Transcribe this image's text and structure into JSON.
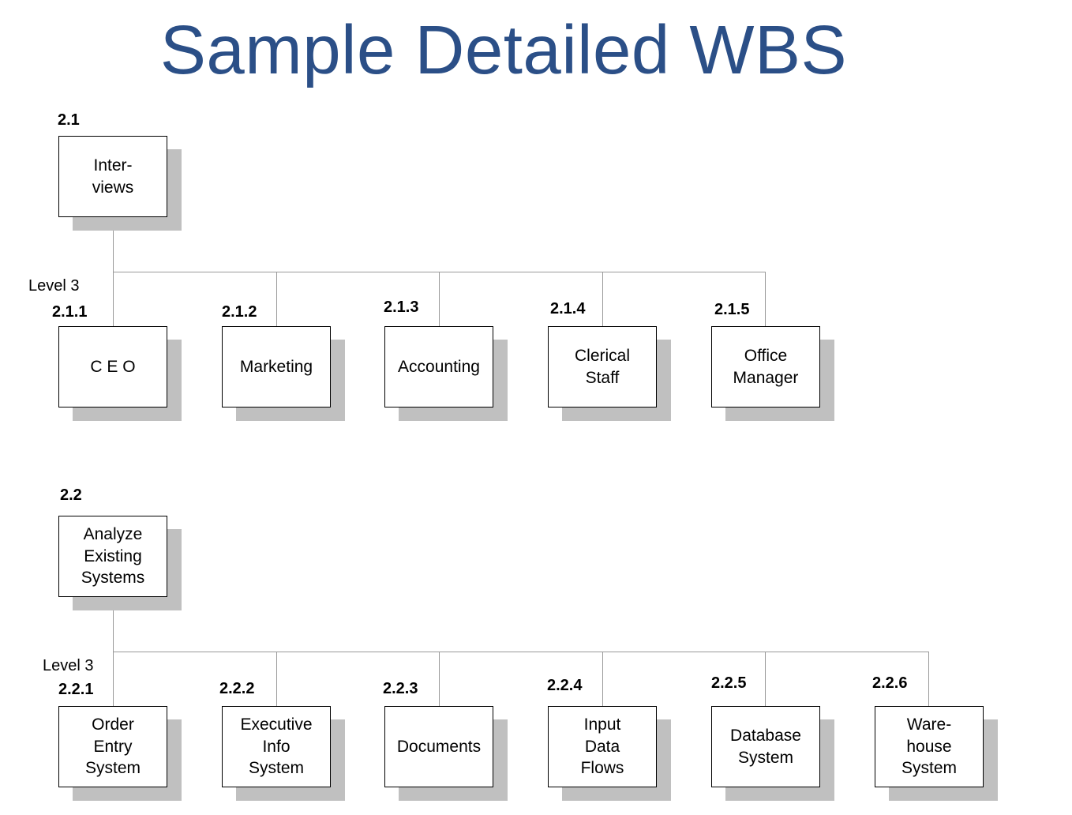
{
  "title": "Sample Detailed WBS",
  "colors": {
    "title": "#2b4f87",
    "shadow": "#c0c0c0",
    "connector": "#999999"
  },
  "diagrams": [
    {
      "parent": {
        "code": "2.1",
        "label": "Inter-\nviews"
      },
      "level_label": "Level 3",
      "children": [
        {
          "code": "2.1.1",
          "label": "C E O"
        },
        {
          "code": "2.1.2",
          "label": "Marketing"
        },
        {
          "code": "2.1.3",
          "label": "Accounting"
        },
        {
          "code": "2.1.4",
          "label": "Clerical\nStaff"
        },
        {
          "code": "2.1.5",
          "label": "Office\nManager"
        }
      ]
    },
    {
      "parent": {
        "code": "2.2",
        "label": "Analyze\nExisting\nSystems"
      },
      "level_label": "Level 3",
      "children": [
        {
          "code": "2.2.1",
          "label": "Order\nEntry\nSystem"
        },
        {
          "code": "2.2.2",
          "label": "Executive\nInfo\nSystem"
        },
        {
          "code": "2.2.3",
          "label": "Documents"
        },
        {
          "code": "2.2.4",
          "label": "Input\nData\nFlows"
        },
        {
          "code": "2.2.5",
          "label": "Database\nSystem"
        },
        {
          "code": "2.2.6",
          "label": "Ware-\nhouse\nSystem"
        }
      ]
    }
  ]
}
